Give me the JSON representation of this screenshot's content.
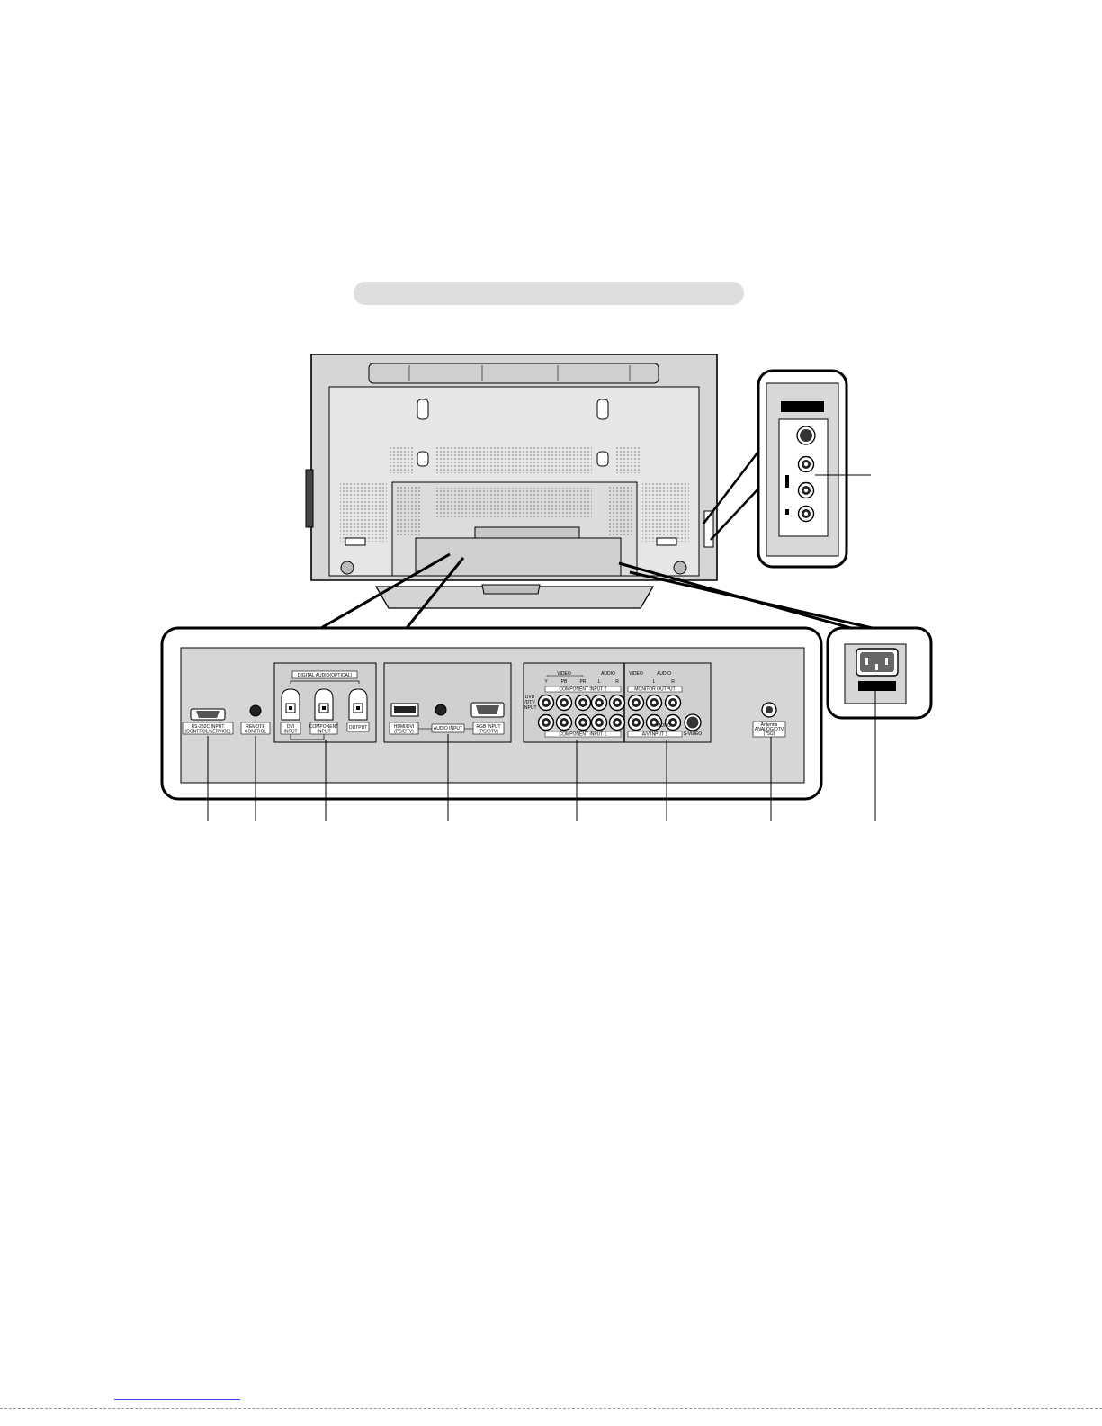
{
  "panel": {
    "rs232c": [
      "RS-232C INPUT",
      "(CONTROL/SERVICE)"
    ],
    "remote": [
      "REMOTE",
      "CONTROL"
    ],
    "digital_audio": "DIGITAL AUDIO(OPTICAL)",
    "optical_dvi": [
      "DVI",
      "INPUT"
    ],
    "optical_component": [
      "COMPONENT",
      "INPUT"
    ],
    "optical_output": "OUTPUT",
    "hdmi": [
      "HDMI/DVI",
      "(PC/DTV)"
    ],
    "audio_input": "AUDIO INPUT",
    "rgb": [
      "RGB INPUT",
      "(PC/DTV)"
    ],
    "video": "VIDEO",
    "audio": "AUDIO",
    "comp_y": "Y",
    "comp_pb": "PB",
    "comp_pr": "PR",
    "audio_l": "L",
    "audio_r": "R",
    "dvd_dtv": [
      "DVD",
      "/DTV",
      "INPUT"
    ],
    "component_input_2": "COMPONENT INPUT 2",
    "component_input_1": "COMPONENT INPUT 1",
    "monitor_output": "MONITOR OUTPUT",
    "av_input_1": "A/V INPUT 1",
    "mono": "MONO",
    "s_video": "S-VIDEO",
    "antenna": [
      "Antenna",
      "ANALOG/DTV",
      "(75Ω)"
    ]
  }
}
